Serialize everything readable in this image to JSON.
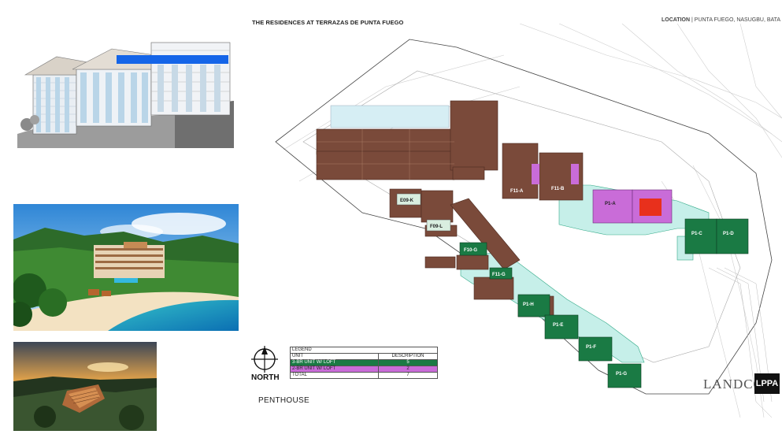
{
  "header": {
    "title": "THE RESIDENCES AT TERRAZAS DE PUNTA FUEGO",
    "location_label": "LOCATION",
    "location_value": "PUNTA FUEGO, NASUGBU, BATA"
  },
  "images": {
    "elevation": "building-elevation-drawing",
    "resort": "resort-beach-rendering",
    "aerial": "aerial-sunset-rendering"
  },
  "north": {
    "label": "NORTH"
  },
  "legend": {
    "title": "LEGEND",
    "header": {
      "unit": "UNIT",
      "description": "DESCRIPTION"
    },
    "rows": [
      {
        "unit": "3-BR UNIT W/ LOFT",
        "description": "5",
        "color": "#1a7a44"
      },
      {
        "unit": "2-BR UNIT W/ LOFT",
        "description": "2",
        "color": "#c96cd8"
      }
    ],
    "total": {
      "unit": "TOTAL",
      "description": "7"
    }
  },
  "floor_label": "PENTHOUSE",
  "units": {
    "e09k": "E09-K",
    "f09l": "F09-L",
    "f10g": "F10-G",
    "f11g": "F11-G",
    "f11a": "F11-A",
    "f11b": "F11-B",
    "p1a": "P1-A",
    "p1c": "P1-C",
    "p1d": "P1-D",
    "p1h": "P1-H",
    "p1e": "P1-E",
    "p1f": "P1-F",
    "p1g": "P1-G"
  },
  "logos": {
    "landco": "LANDCO",
    "lppa": "LPPA"
  },
  "colors": {
    "brown": "#7a4a3a",
    "green": "#1a7a44",
    "purple": "#c96cd8",
    "teal": "#bfeee8",
    "red": "#e8301c"
  }
}
